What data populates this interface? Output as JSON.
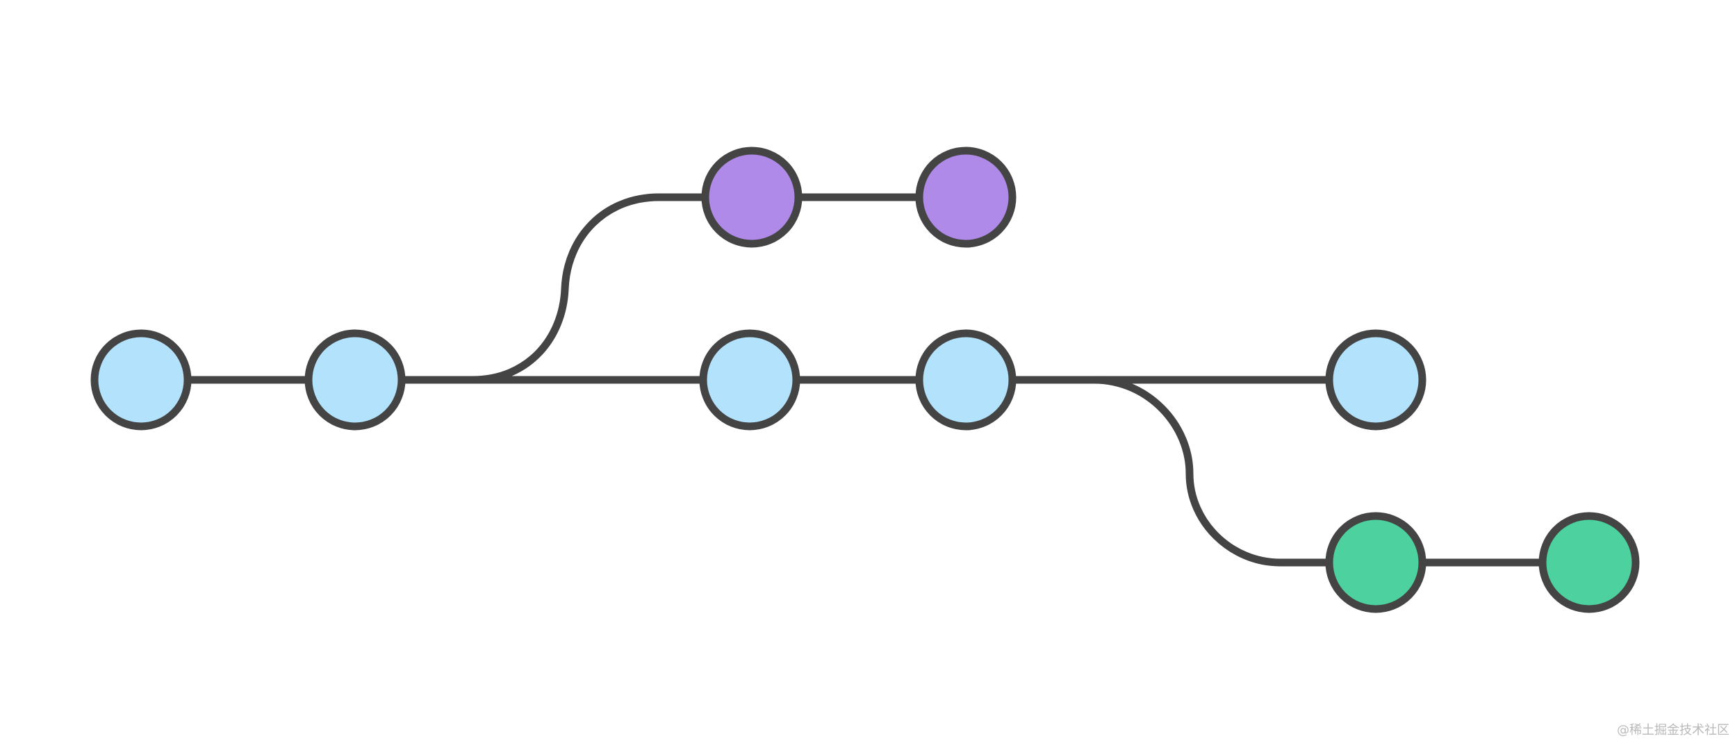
{
  "colors": {
    "background": "#ffffff",
    "stroke": "#444444",
    "main_branch": "#b3e3fc",
    "feature_branch_purple": "#b08ae8",
    "feature_branch_green": "#4dd19f"
  },
  "branches": [
    {
      "id": "main",
      "color_key": "main_branch",
      "commits": 5
    },
    {
      "id": "purple",
      "color_key": "feature_branch_purple",
      "commits": 2,
      "forks_after_main_commit": 2
    },
    {
      "id": "green",
      "color_key": "feature_branch_green",
      "commits": 2,
      "forks_after_main_commit": 4
    }
  ],
  "watermark": "@稀土掘金技术社区"
}
